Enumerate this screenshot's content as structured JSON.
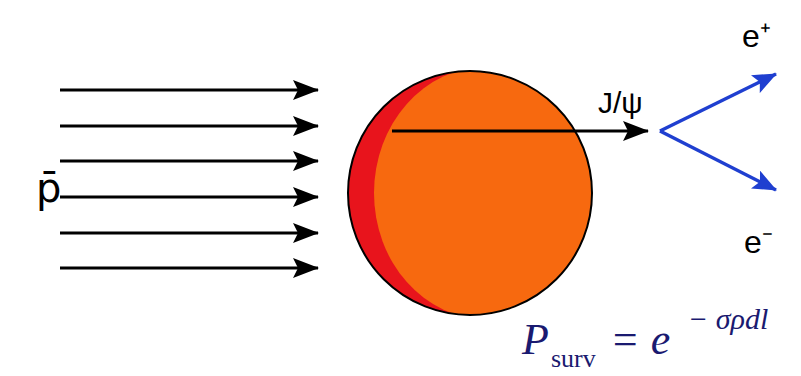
{
  "diagram": {
    "labels": [
      "p̄",
      "J/ψ",
      "e⁺",
      "e⁻",
      "P",
      "surv",
      "= e",
      "− σρdl"
    ]
  }
}
